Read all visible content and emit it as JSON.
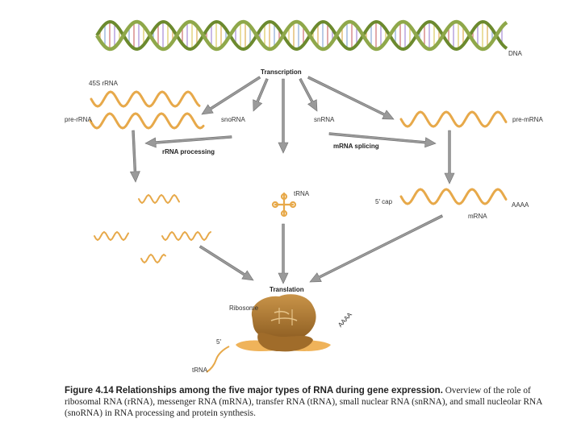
{
  "labels": {
    "dna": "DNA",
    "transcription": "Transcription",
    "rrna_45s": "45S rRNA",
    "pre_rrna": "pre-rRNA",
    "snorna": "snoRNA",
    "snrna": "snRNA",
    "pre_mrna": "pre-mRNA",
    "rrna_processing": "rRNA processing",
    "mrna_splicing": "mRNA splicing",
    "trna": "tRNA",
    "cap_5": "5′ cap",
    "polya_tail": "AAAA",
    "mrna": "mRNA",
    "translation": "Translation",
    "ribosome": "Ribosome",
    "five_prime": "5′",
    "polya_ribosome": "AAAA",
    "trna_bottom": "tRNA"
  },
  "caption": {
    "figure_number": "Figure 4.14",
    "figure_title": "Relationships among the five major types of RNA during gene expression.",
    "text": "Overview of the role of ribosomal RNA (rRNA), messenger RNA (mRNA), transfer RNA (tRNA), small nuclear RNA (snRNA), and small nucleolar RNA (snoRNA) in RNA processing and protein synthesis."
  },
  "colors": {
    "dna_strand": "#8fa84a",
    "dna_strand_dark": "#6c8a2e",
    "rna": "#e7a94a",
    "rna_light": "#f3cd86",
    "arrow": "#9a9a9a",
    "ribosome": "#b07a32",
    "ribosome_dark": "#8a5a20"
  }
}
